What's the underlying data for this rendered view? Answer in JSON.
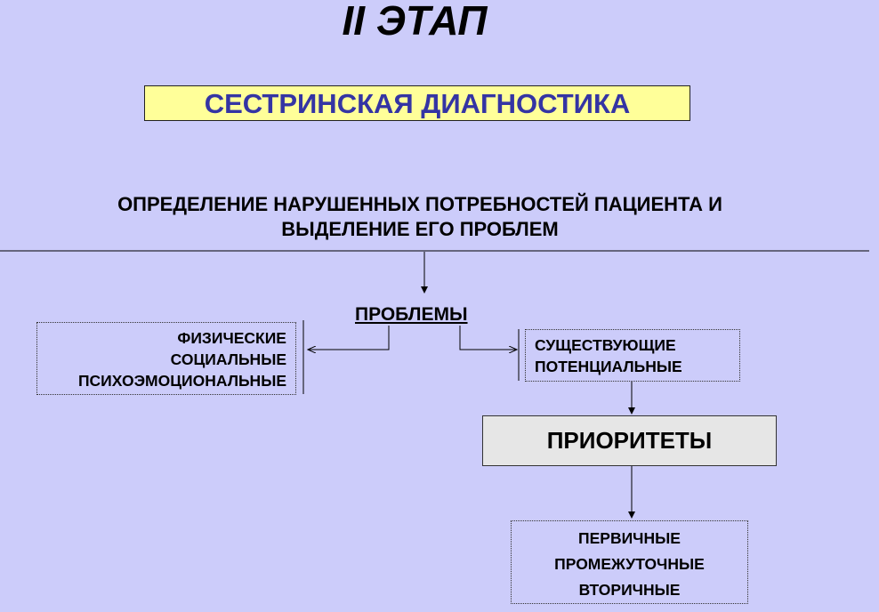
{
  "title": "II ЭТАП",
  "heading": "СЕСТРИНСКАЯ ДИАГНОСТИКА",
  "subtitle": {
    "line1": "ОПРЕДЕЛЕНИЕ НАРУШЕННЫХ ПОТРЕБНОСТЕЙ ПАЦИЕНТА И",
    "line2": "ВЫДЕЛЕНИЕ ЕГО ПРОБЛЕМ"
  },
  "problems_label": "ПРОБЛЕМЫ",
  "problem_types": [
    "ФИЗИЧЕСКИЕ",
    "СОЦИАЛЬНЫЕ",
    "ПСИХОЭМОЦИОНАЛЬНЫЕ"
  ],
  "problem_status": [
    "СУЩЕСТВУЮЩИЕ",
    "ПОТЕНЦИАЛЬНЫЕ"
  ],
  "priorities_label": "ПРИОРИТЕТЫ",
  "priority_levels": [
    "ПЕРВИЧНЫЕ",
    "ПРОМЕЖУТОЧНЫЕ",
    "ВТОРИЧНЫЕ"
  ],
  "colors": {
    "background": "#ccccfa",
    "heading_fill": "#ffff99",
    "heading_text": "#3434a4",
    "priorities_fill": "#e6e6e6"
  }
}
